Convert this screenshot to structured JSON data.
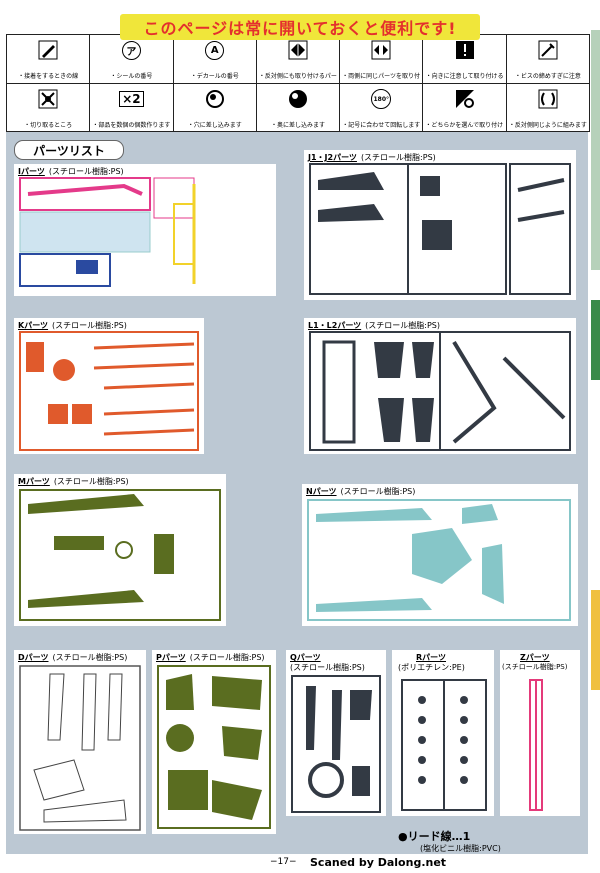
{
  "header": {
    "banner": "このページは常に開いておくと便利です!"
  },
  "legend": {
    "row1": [
      {
        "icon": "knife-icon",
        "label": "・接着をするときの線"
      },
      {
        "icon": "sticker-icon",
        "glyph": "ア",
        "label": "・シールの番号"
      },
      {
        "icon": "decal-icon",
        "glyph": "A",
        "label": "・デカールの番号"
      },
      {
        "icon": "mirror-pair-icon",
        "label": "・反対側にも取り付けるパーツ"
      },
      {
        "icon": "both-sides-icon",
        "label": "・両側に同じパーツを取り付ける"
      },
      {
        "icon": "caution-icon",
        "label": "・向きに注意して取り付ける"
      },
      {
        "icon": "screw-icon",
        "label": "・ビスの締めすぎに注意"
      }
    ],
    "row2": [
      {
        "icon": "cut-icon",
        "label": "・切り取るところ"
      },
      {
        "icon": "multiply-icon",
        "glyph": "×2",
        "label": "・部品を数個の個数作ります"
      },
      {
        "icon": "hole-icon",
        "label": "・穴に差し込みます"
      },
      {
        "icon": "filled-hole-icon",
        "label": "・奥に差し込みます"
      },
      {
        "icon": "rotate-icon",
        "glyph": "180°",
        "label": "・記号に合わせて回転します"
      },
      {
        "icon": "select-icon",
        "label": "・どちらかを選んで取り付けます"
      },
      {
        "icon": "curve-icon",
        "label": "・反対側同じように組みます"
      }
    ]
  },
  "parts_list": {
    "title": "パーツリスト",
    "sheets": [
      {
        "id": "I",
        "name": "Iパーツ",
        "material": "(スチロール樹脂:PS)",
        "color": "#e43a8a"
      },
      {
        "id": "J",
        "name": "J1・J2パーツ",
        "material": "(スチロール樹脂:PS)",
        "color": "#333a44"
      },
      {
        "id": "K",
        "name": "Kパーツ",
        "material": "(スチロール樹脂:PS)",
        "color": "#e05a2c"
      },
      {
        "id": "L",
        "name": "L1・L2パーツ",
        "material": "(スチロール樹脂:PS)",
        "color": "#333a44"
      },
      {
        "id": "M",
        "name": "Mパーツ",
        "material": "(スチロール樹脂:PS)",
        "color": "#5a6d20"
      },
      {
        "id": "N",
        "name": "Nパーツ",
        "material": "(スチロール樹脂:PS)",
        "color": "#86c6c8"
      },
      {
        "id": "D",
        "name": "Dパーツ",
        "material": "(スチロール樹脂:PS)",
        "color": "#ffffff"
      },
      {
        "id": "P",
        "name": "Pパーツ",
        "material": "(スチロール樹脂:PS)",
        "color": "#5a6d20"
      },
      {
        "id": "Q",
        "name": "Qパーツ",
        "material": "(スチロール樹脂:PS)",
        "color": "#333a44"
      },
      {
        "id": "R",
        "name": "Rパーツ",
        "material": "(ポリエチレン:PE)",
        "color": "#333a44"
      },
      {
        "id": "Z",
        "name": "Zパーツ",
        "material": "(スチロール樹脂:PS)",
        "color": "#e43a7a"
      }
    ]
  },
  "runner": {
    "label": "●リード線…1",
    "material": "(塩化ビニル樹脂:PVC)"
  },
  "footer": {
    "page": "−17−",
    "scan": "Scaned by Dalong.net"
  }
}
